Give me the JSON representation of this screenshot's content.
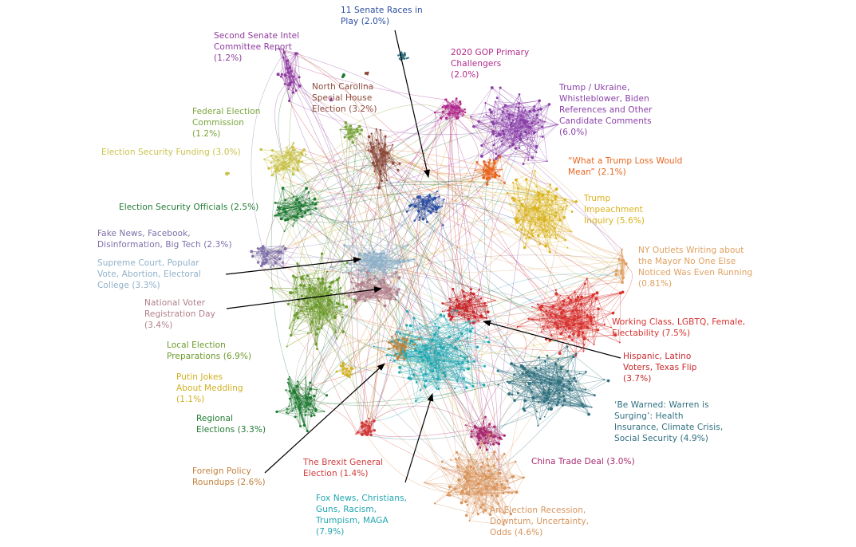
{
  "clusters": [
    {
      "id": "senate_races",
      "text": "11 Senate Races in\nPlay (2.0%)",
      "color": "#2b4ea0"
    },
    {
      "id": "senate_intel",
      "text": "Second Senate Intel\nCommittee Report\n(1.2%)",
      "color": "#8e3a9e"
    },
    {
      "id": "gop_primary",
      "text": "2020 GOP Primary\nChallengers\n(2.0%)",
      "color": "#b02a8c"
    },
    {
      "id": "nc_special",
      "text": "North Carolina\nSpecial House\nElection (3.2%)",
      "color": "#8b4a3a"
    },
    {
      "id": "trump_ukraine",
      "text": "Trump / Ukraine,\nWhistleblower, Biden\nReferences and Other\nCandidate Comments\n(6.0%)",
      "color": "#8a3fa8"
    },
    {
      "id": "fec",
      "text": "Federal Election\nCommission\n(1.2%)",
      "color": "#7aa53a"
    },
    {
      "id": "security_funding",
      "text": "Election Security Funding (3.0%)",
      "color": "#c9c24a"
    },
    {
      "id": "trump_loss",
      "text": "“What a Trump Loss Would\nMean” (2.1%)",
      "color": "#e8651e"
    },
    {
      "id": "security_officials",
      "text": "Election Security Officials (2.5%)",
      "color": "#1f7a32"
    },
    {
      "id": "impeachment",
      "text": "Trump\nImpeachment\nInquiry (5.6%)",
      "color": "#d9b21c"
    },
    {
      "id": "fake_news",
      "text": "Fake News, Facebook,\nDisinformation, Big Tech (2.3%)",
      "color": "#7d6fa8"
    },
    {
      "id": "ny_outlets",
      "text": "NY Outlets Writing about\nthe Mayor No One Else\nNoticed Was Even Running\n(0.81%)",
      "color": "#e0a060"
    },
    {
      "id": "supreme_court",
      "text": "Supreme Court, Popular\nVote, Abortion, Electoral\nCollege (3.3%)",
      "color": "#8fb0c8"
    },
    {
      "id": "voter_registration",
      "text": "National Voter\nRegistration Day\n(3.4%)",
      "color": "#b07f8a"
    },
    {
      "id": "working_class",
      "text": "Working Class, LGBTQ, Female,\nElectability (7.5%)",
      "color": "#d7322e"
    },
    {
      "id": "local_prep",
      "text": "Local Election\nPreparations (6.9%)",
      "color": "#6a9a2a"
    },
    {
      "id": "hispanic",
      "text": "Hispanic, Latino\nVoters, Texas Flip\n(3.7%)",
      "color": "#c8262a"
    },
    {
      "id": "putin",
      "text": "Putin Jokes\nAbout Meddling\n(1.1%)",
      "color": "#d0b020"
    },
    {
      "id": "warren",
      "text": "‘Be Warned: Warren is\nSurging’: Health\nInsurance, Climate Crisis,\nSocial Security (4.9%)",
      "color": "#2e6f7f"
    },
    {
      "id": "regional",
      "text": "Regional\nElections (3.3%)",
      "color": "#1f7a32"
    },
    {
      "id": "brexit",
      "text": "The Brexit General\nElection (1.4%)",
      "color": "#d23a3a"
    },
    {
      "id": "china",
      "text": "China Trade Deal (3.0%)",
      "color": "#a8286e"
    },
    {
      "id": "foreign_policy",
      "text": "Foreign Policy\nRoundups (2.6%)",
      "color": "#c0803a"
    },
    {
      "id": "fox_news",
      "text": "Fox News, Christians,\nGuns, Racism,\nTrumpism, MAGA\n(7.9%)",
      "color": "#22a7b0"
    },
    {
      "id": "recession",
      "text": "An Election Recession,\nDowntum, Uncertainty,\nOdds (4.6%)",
      "color": "#d8935a"
    }
  ]
}
